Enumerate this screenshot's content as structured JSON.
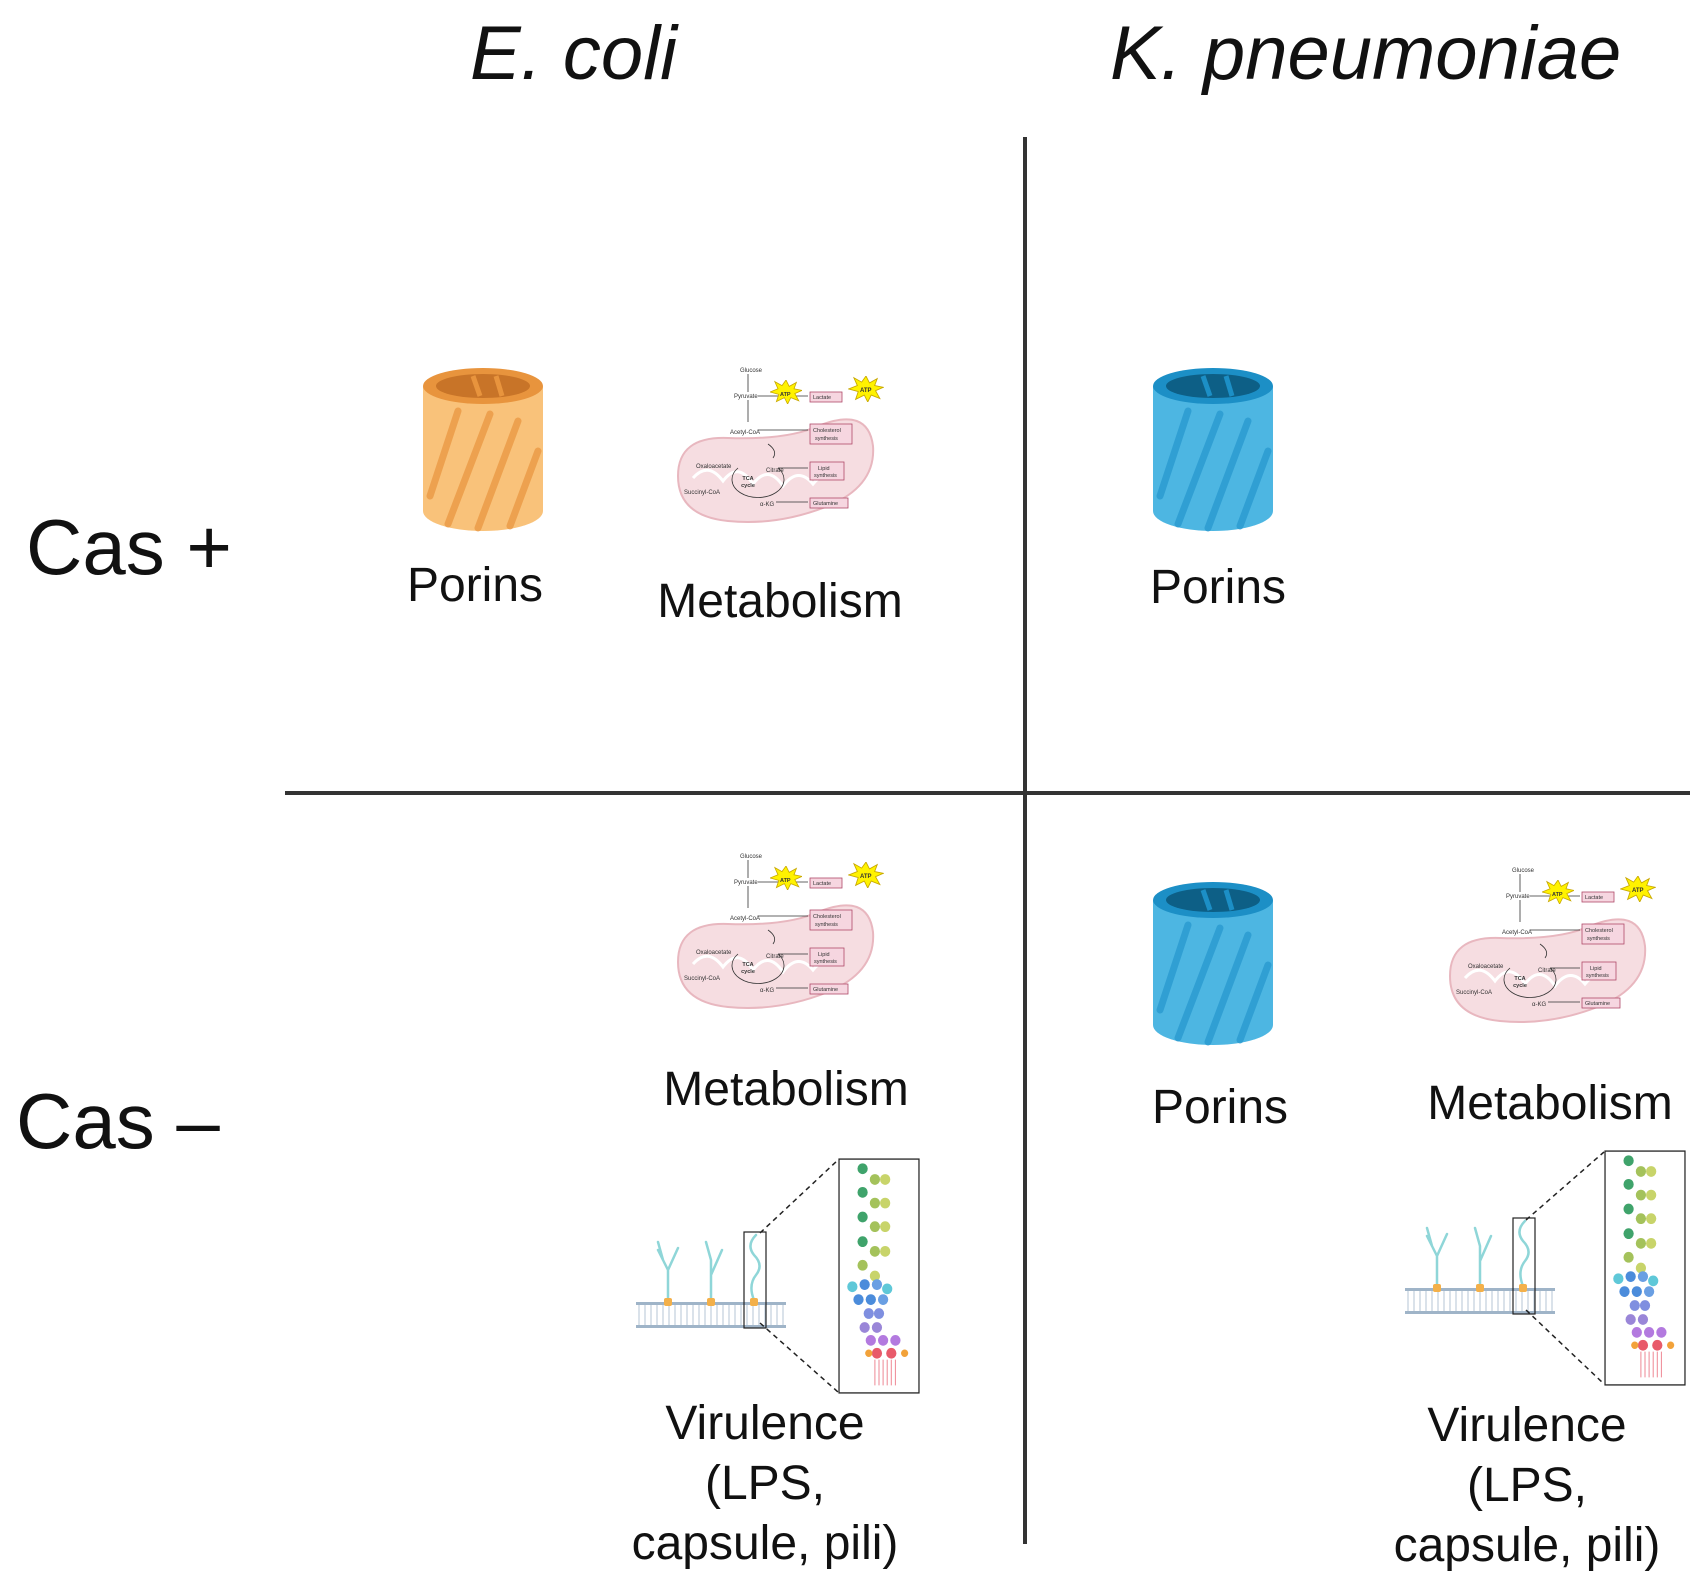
{
  "columns": {
    "ecoli": "E. coli",
    "kpneumoniae": "K. pneumoniae"
  },
  "rows": {
    "cas_plus": "Cas +",
    "cas_minus": "Cas –"
  },
  "labels": {
    "porins": "Porins",
    "metabolism": "Metabolism",
    "virulence_line1": "Virulence",
    "virulence_line2": "(LPS,",
    "virulence_line3": "capsule, pili)"
  },
  "metabolism_diagram": {
    "glucose": "Glucose",
    "pyruvate": "Pyruvate",
    "acetyl_coa": "Acetyl-CoA",
    "oxaloacetate": "Oxaloacetate",
    "citrate": "Citrate",
    "succinyl_coa": "Succinyl-CoA",
    "akg": "α-KG",
    "tca": "TCA",
    "cycle": "cycle",
    "atp": "ATP",
    "lactate": "Lactate",
    "cholesterol1": "Cholesterol",
    "cholesterol2": "synthesis",
    "lipid1": "Lipid",
    "lipid2": "synthesis",
    "glutamine": "Glutamine"
  },
  "colors": {
    "porin_orange": "#F7B866",
    "porin_orange_dark": "#E8943D",
    "porin_blue": "#4DB6E2",
    "porin_blue_dark": "#1F8EC4",
    "mito": "#F3D5DA",
    "divider": "#333333"
  }
}
